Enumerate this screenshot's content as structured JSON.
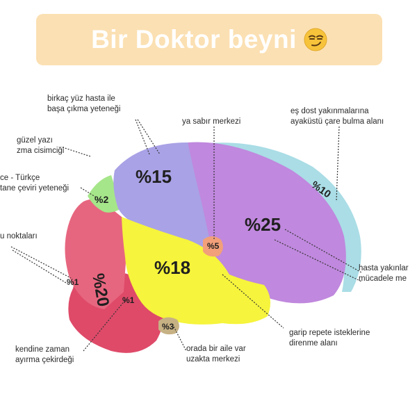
{
  "header": {
    "title": "Bir Doktor beyni",
    "emoji": "smirking-face-icon"
  },
  "regions": {
    "r15": "%15",
    "r25": "%25",
    "r10": "%10",
    "r18": "%18",
    "r20": "%20",
    "r2": "%2",
    "r5": "%5",
    "r1a": "%1",
    "r1b": "%1",
    "r3": "%3"
  },
  "labels": {
    "top_left_1": "birkaç yüz hasta ile",
    "top_left_2": "başa çıkma yeteneği",
    "sabir": "ya sabır merkezi",
    "es_dost_1": "eş dost yakınmalarına",
    "es_dost_2": "ayaküstü çare bulma alanı",
    "guzel_1": "güzel yazı",
    "guzel_2": "zma cisimciği",
    "turkce_1": "ce - Türkçe",
    "turkce_2": "tane çeviri yeteneği",
    "noktalari": "u noktaları",
    "hasta_1": "hasta yakınlar",
    "hasta_2": "mücadele me",
    "kendine_1": "kendine zaman",
    "kendine_2": "ayırma çekirdeği",
    "garip_1": "garip repete isteklerine",
    "garip_2": "direnme alanı",
    "orada_1": "orada bir aile var",
    "orada_2": "uzakta merkezi"
  },
  "colors": {
    "banner": "#fbe0b3",
    "purple": "#c189e0",
    "lavender": "#aaa3e6",
    "yellow": "#f6f43c",
    "red": "#e04d6b",
    "green": "#a6e68a",
    "cyan": "#a9dde6",
    "orange": "#f2a07a",
    "tan": "#c6b184"
  }
}
